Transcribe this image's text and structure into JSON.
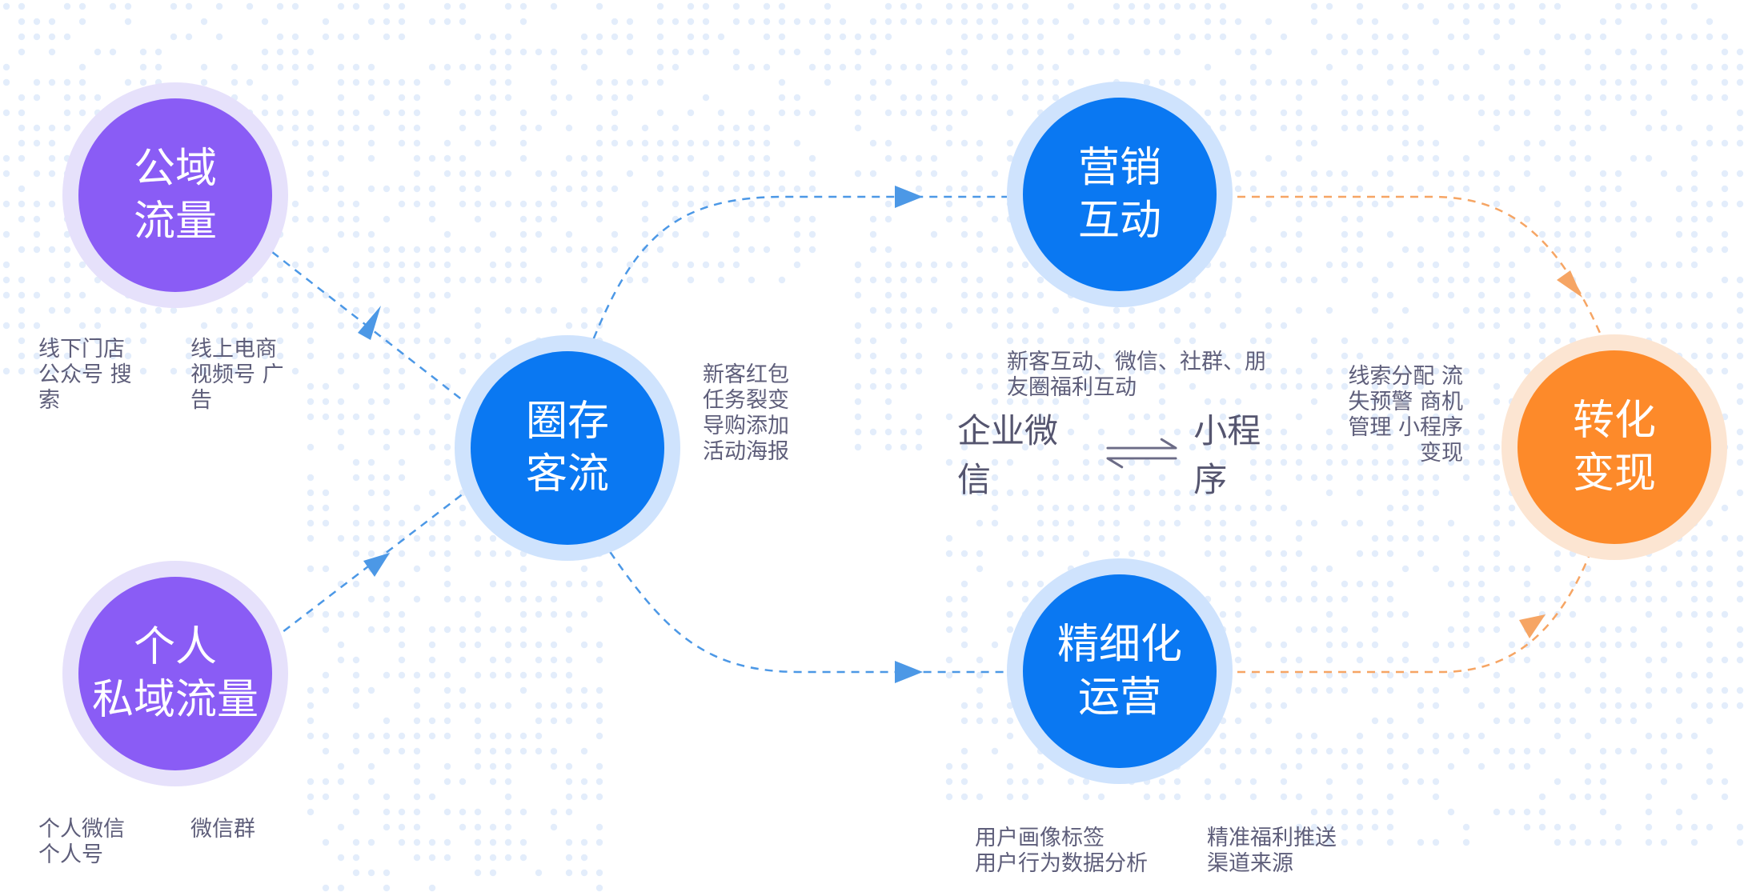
{
  "colors": {
    "purple": "#8a5cf5",
    "blue": "#0a78f2",
    "orange": "#fd8a2a",
    "blue_line": "#4c98e6",
    "orange_line": "#f6a564",
    "label": "#5e5e7a",
    "map_dots": "#e3edfb"
  },
  "nodes": {
    "public_traffic": {
      "line1": "公域",
      "line2": "流量"
    },
    "personal_traffic": {
      "line1": "个人",
      "line2": "私域流量"
    },
    "retain_customers": {
      "line1": "圈存",
      "line2": "客流"
    },
    "marketing": {
      "line1": "营销",
      "line2": "互动"
    },
    "operations": {
      "line1": "精细化",
      "line2": "运营"
    },
    "conversion": {
      "line1": "转化",
      "line2": "变现"
    }
  },
  "labels": {
    "public_offline": "线下门店公众号 搜索",
    "public_online": "线上电商视频号 广告",
    "personal_wechat": [
      "个人微信",
      "个人号"
    ],
    "wechat_group": "微信群",
    "retain_methods": [
      "新客红包",
      "任务裂变",
      "导购添加",
      "活动海报"
    ],
    "marketing_desc": "新客互动、微信、社群、朋友圈福利互动",
    "conversion_desc": [
      "线索分配 流",
      "失预警 商机",
      "管理 小程序",
      "变现"
    ],
    "operations_left": [
      "用户画像标签",
      "用户行为数据分析"
    ],
    "operations_right": [
      "精准福利推送",
      "渠道来源"
    ]
  },
  "exchange": {
    "left": "企业微信",
    "right": "小程序",
    "icon": "exchange-arrows-icon"
  }
}
